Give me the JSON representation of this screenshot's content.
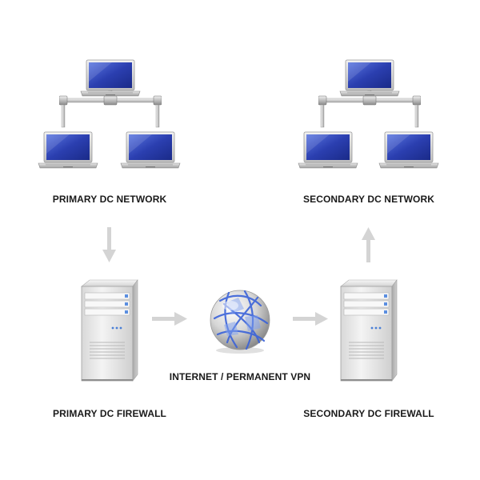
{
  "labels": {
    "primary_network": "PRIMARY DC NETWORK",
    "secondary_network": "SECONDARY DC NETWORK",
    "internet": "INTERNET / PERMANENT VPN",
    "primary_firewall": "PRIMARY DC FIREWALL",
    "secondary_firewall": "SECONDARY DC FIREWALL"
  },
  "colors": {
    "arrow": "#d4d4d4",
    "screen": "#2a3fa8",
    "laptop_body": "#d9d9d9",
    "server_body": "#e6e6e6",
    "globe_line": "#3b63d9"
  },
  "icons": {
    "laptop": "laptop-icon",
    "server": "server-icon",
    "globe": "globe-icon",
    "hub": "network-hub-icon"
  }
}
